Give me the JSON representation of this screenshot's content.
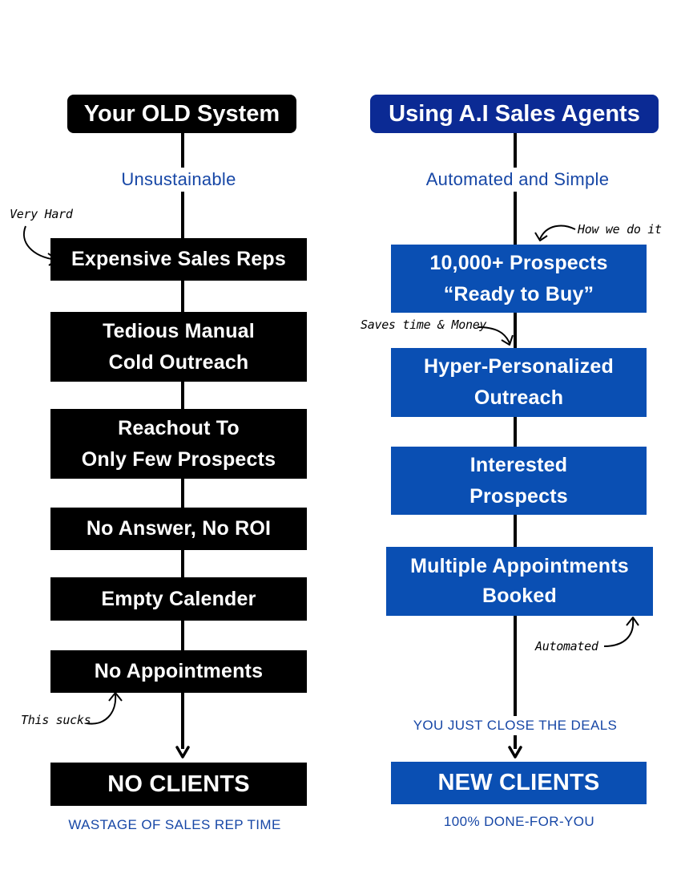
{
  "left": {
    "title": "Your OLD System",
    "subtitle": "Unsustainable",
    "steps": [
      "Expensive Sales Reps",
      "Tedious Manual\nCold Outreach",
      "Reachout To\nOnly Few Prospects",
      "No Answer, No ROI",
      "Empty Calender",
      "No Appointments"
    ],
    "result": "NO CLIENTS",
    "caption": "WASTAGE OF SALES REP TIME",
    "notes": {
      "very_hard": "Very Hard",
      "this_sucks": "This sucks"
    }
  },
  "right": {
    "title": "Using A.I Sales Agents",
    "subtitle": "Automated and Simple",
    "steps": [
      "10,000+ Prospects\n“Ready to Buy”",
      "Hyper-Personalized\nOutreach",
      "Interested\nProspects",
      "Multiple Appointments\nBooked"
    ],
    "close_text": "YOU JUST CLOSE THE DEALS",
    "result": "NEW CLIENTS",
    "caption": "100% DONE-FOR-YOU",
    "notes": {
      "how_we_do_it": "How we do it",
      "saves_time": "Saves time & Money",
      "automated": "Automated"
    }
  },
  "colors": {
    "old_box": "#000000",
    "ai_box": "#0a4fb3",
    "title_blue": "#0b2a94",
    "text_blue": "#1747a6"
  }
}
